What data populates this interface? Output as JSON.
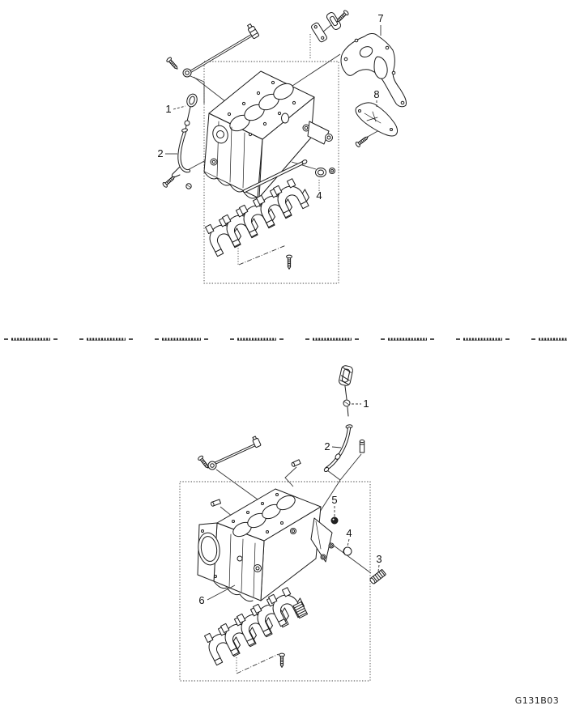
{
  "figure": {
    "code": "G131B03"
  },
  "colors": {
    "line": "#1a1a1a",
    "background": "#ffffff"
  },
  "upper_view": {
    "callouts": [
      {
        "label": "1"
      },
      {
        "label": "2"
      },
      {
        "label": "4"
      },
      {
        "label": "7"
      },
      {
        "label": "8"
      }
    ]
  },
  "lower_view": {
    "callouts": [
      {
        "label": "1"
      },
      {
        "label": "2"
      },
      {
        "label": "3"
      },
      {
        "label": "4"
      },
      {
        "label": "5"
      },
      {
        "label": "6"
      }
    ]
  }
}
